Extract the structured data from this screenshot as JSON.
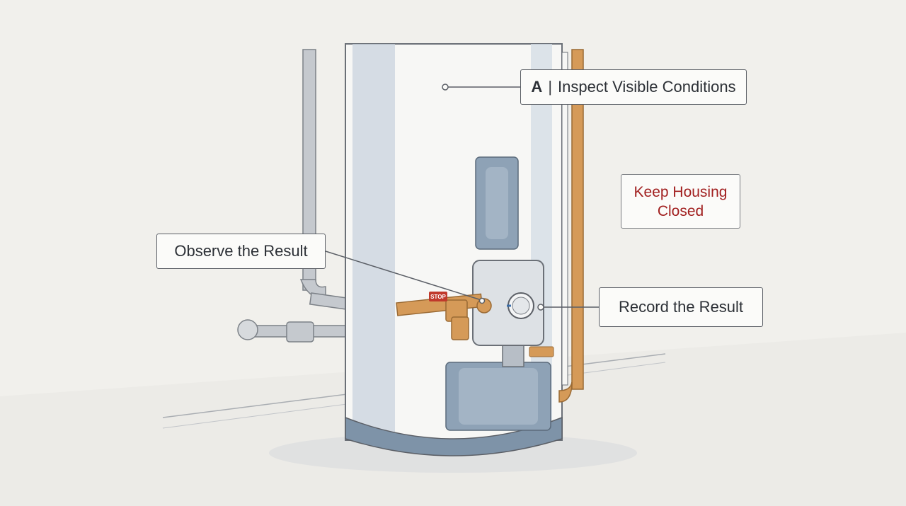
{
  "callouts": {
    "inspect": {
      "tag": "A",
      "separator": "|",
      "text": "Inspect Visible Conditions"
    },
    "observe": {
      "text": "Observe the Result"
    },
    "record": {
      "text": "Record the Result"
    },
    "warning": {
      "text": "Keep Housing Closed"
    }
  },
  "valve_tag": {
    "text": "STOP"
  },
  "colors": {
    "background": "#f1f0ec",
    "tank": "#f7f7f5",
    "tank_shadow": "#c9d3dd",
    "panel_blue": "#8ea2b6",
    "copper": "#d59a58",
    "steel_pipe": "#c5c9ce",
    "outline": "#5b5f66",
    "warning_text": "#a11f1f",
    "stop_tag": "#c0392b"
  }
}
